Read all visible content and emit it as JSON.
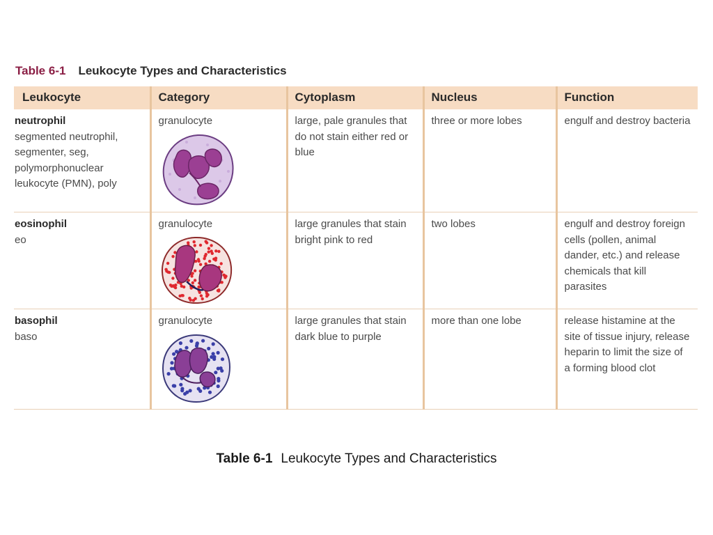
{
  "header": {
    "label": "Table 6-1",
    "title": "Leukocyte Types and Characteristics"
  },
  "table": {
    "columns": [
      "Leukocyte",
      "Category",
      "Cytoplasm",
      "Nucleus",
      "Function"
    ],
    "rows": [
      {
        "name": "neutrophil",
        "aliases": "segmented neutrophil, segmenter, seg, polymorphonuclear leukocyte (PMN), poly",
        "category": "granulocyte",
        "cell_icon": "neutrophil-cell-icon",
        "cytoplasm": "large, pale granules that do not stain either red or blue",
        "nucleus": "three or more lobes",
        "function": "engulf and destroy bacteria"
      },
      {
        "name": "eosinophil",
        "aliases": "eo",
        "category": "granulocyte",
        "cell_icon": "eosinophil-cell-icon",
        "cytoplasm": "large granules that stain bright pink to red",
        "nucleus": "two lobes",
        "function": "engulf and destroy foreign cells (pollen, animal dander, etc.) and release chemicals that kill parasites"
      },
      {
        "name": "basophil",
        "aliases": "baso",
        "category": "granulocyte",
        "cell_icon": "basophil-cell-icon",
        "cytoplasm": "large granules that stain dark blue to purple",
        "nucleus": "more than one lobe",
        "function": "release histamine at the site of tissue injury, release heparin to limit the size of a forming blood clot"
      }
    ]
  },
  "caption": {
    "label": "Table 6-1",
    "title": "Leukocyte Types and Characteristics"
  },
  "colors": {
    "header_bg": "#f7dcc3",
    "divider": "#e8c59f",
    "label_accent": "#8b1f45",
    "neutrophil_cytoplasm": "#d9c6e6",
    "eosinophil_granule": "#e0282f",
    "basophil_granule": "#3a3fa8",
    "nucleus": "#9b3f93"
  }
}
